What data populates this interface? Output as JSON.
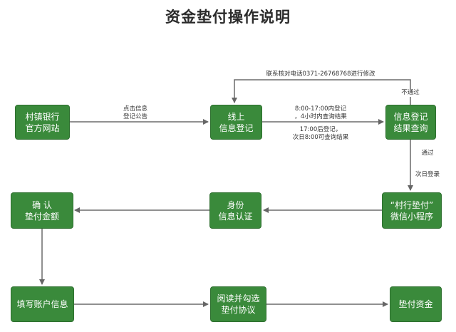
{
  "title": "资金垫付操作说明",
  "nodes": {
    "n1": [
      "村镇银行",
      "官方网站"
    ],
    "n2": [
      "线上",
      "信息登记"
    ],
    "n3": [
      "信息登记",
      "结果查询"
    ],
    "n4": [
      "确 认",
      "垫付金额"
    ],
    "n5": [
      "身份",
      "信息认证"
    ],
    "n6": [
      "“村行垫付”",
      "微信小程序"
    ],
    "n7": [
      "填写账户信息"
    ],
    "n8": [
      "阅读并勾选",
      "垫付协议"
    ],
    "n9": [
      "垫付资金"
    ]
  },
  "edge_labels": {
    "n1_n2": [
      "点击信息",
      "登记公告"
    ],
    "n2_n3_top": [
      "8:00-17:00内登记",
      "，4小时内查询结果"
    ],
    "n2_n3_bottom": [
      "17:00后登记，",
      "次日8:00可查询结果"
    ],
    "n3_n2_loop": "联系核对电话0371-26768768进行修改",
    "n3_fail": "不通过",
    "n3_pass": "通过",
    "n3_n6": "次日登录"
  },
  "colors": {
    "node_fill": "#3a8a3b",
    "line": "#666666"
  }
}
